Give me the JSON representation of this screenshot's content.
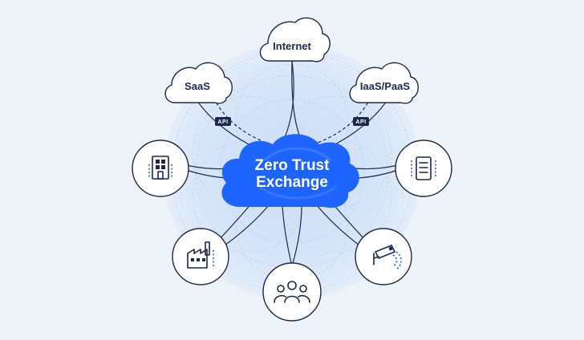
{
  "colors": {
    "background": "#eef3fa",
    "halo": "#d9e6f8",
    "core": "#1e64ff",
    "ink": "#1b2a4a",
    "api_badge": "#1b2a4a"
  },
  "core": {
    "line1": "Zero Trust",
    "line2": "Exchange"
  },
  "clouds": {
    "internet": "Internet",
    "saas": "SaaS",
    "iaas": "IaaS/PaaS"
  },
  "api_badges": {
    "left": "API",
    "right": "API"
  },
  "nodes": {
    "left": {
      "icon": "office-building-icon"
    },
    "right": {
      "icon": "server-icon"
    },
    "bottom_left": {
      "icon": "factory-icon"
    },
    "bottom": {
      "icon": "users-icon"
    },
    "bottom_right": {
      "icon": "security-camera-icon"
    }
  }
}
